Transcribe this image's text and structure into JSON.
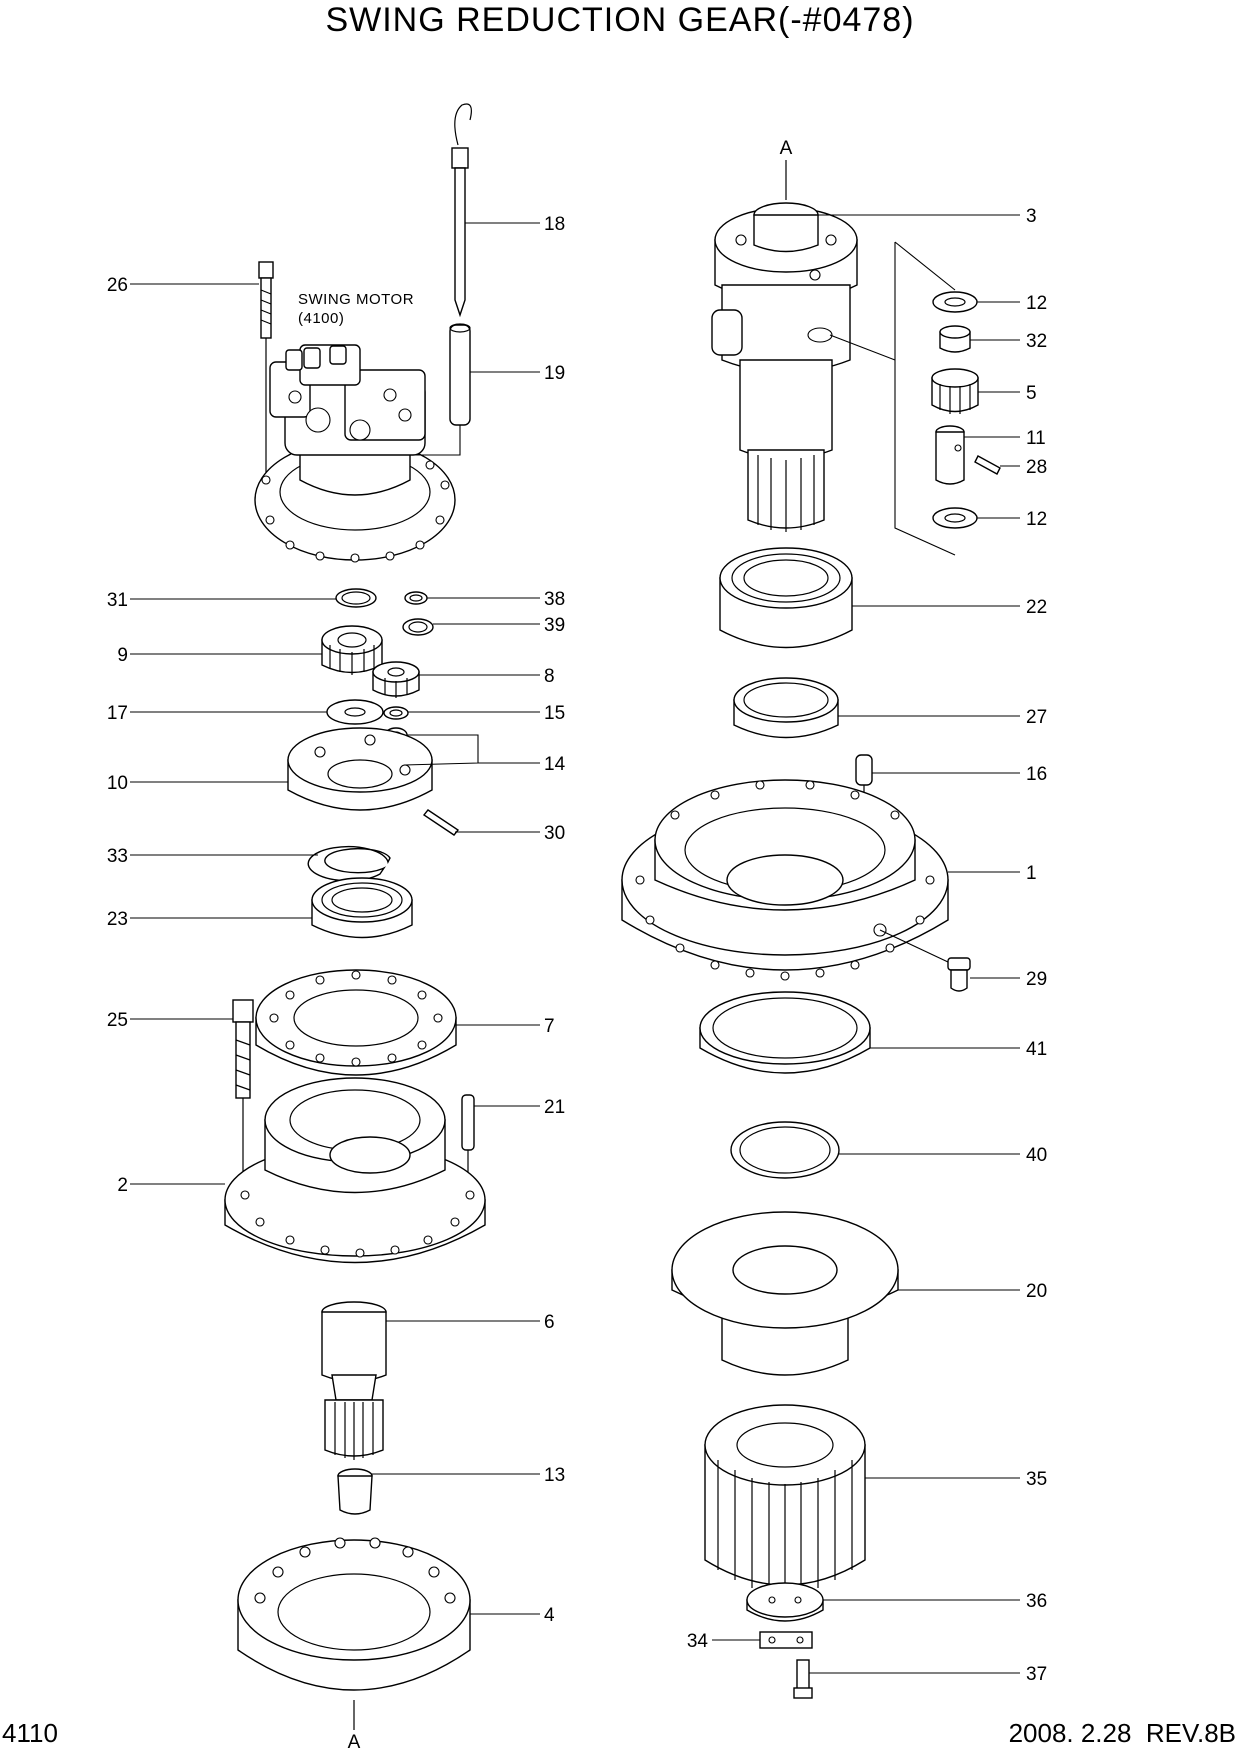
{
  "title": "SWING REDUCTION GEAR(-#0478)",
  "page_number": "4110",
  "revision": "2008. 2.28  REV.8B",
  "motor_note": {
    "line1": "SWING MOTOR",
    "line2": "(4100)"
  },
  "section_marks": {
    "top": "A",
    "bottom": "A"
  },
  "callouts_left_column": [
    {
      "id": "p26",
      "label": "26"
    },
    {
      "id": "p31",
      "label": "31"
    },
    {
      "id": "p9",
      "label": "9"
    },
    {
      "id": "p17",
      "label": "17"
    },
    {
      "id": "p10",
      "label": "10"
    },
    {
      "id": "p33",
      "label": "33"
    },
    {
      "id": "p23",
      "label": "23"
    },
    {
      "id": "p25",
      "label": "25"
    },
    {
      "id": "p2",
      "label": "2"
    }
  ],
  "callouts_center_column": [
    {
      "id": "p18",
      "label": "18"
    },
    {
      "id": "p19",
      "label": "19"
    },
    {
      "id": "p38",
      "label": "38"
    },
    {
      "id": "p39",
      "label": "39"
    },
    {
      "id": "p8",
      "label": "8"
    },
    {
      "id": "p15",
      "label": "15"
    },
    {
      "id": "p14",
      "label": "14"
    },
    {
      "id": "p30",
      "label": "30"
    },
    {
      "id": "p7",
      "label": "7"
    },
    {
      "id": "p21",
      "label": "21"
    },
    {
      "id": "p6",
      "label": "6"
    },
    {
      "id": "p13",
      "label": "13"
    },
    {
      "id": "p4",
      "label": "4"
    }
  ],
  "callouts_right_column": [
    {
      "id": "p3",
      "label": "3"
    },
    {
      "id": "p12a",
      "label": "12"
    },
    {
      "id": "p32",
      "label": "32"
    },
    {
      "id": "p5",
      "label": "5"
    },
    {
      "id": "p11",
      "label": "11"
    },
    {
      "id": "p28",
      "label": "28"
    },
    {
      "id": "p12b",
      "label": "12"
    },
    {
      "id": "p22",
      "label": "22"
    },
    {
      "id": "p27",
      "label": "27"
    },
    {
      "id": "p16",
      "label": "16"
    },
    {
      "id": "p1",
      "label": "1"
    },
    {
      "id": "p29",
      "label": "29"
    },
    {
      "id": "p41",
      "label": "41"
    },
    {
      "id": "p40",
      "label": "40"
    },
    {
      "id": "p20",
      "label": "20"
    },
    {
      "id": "p35",
      "label": "35"
    },
    {
      "id": "p36",
      "label": "36"
    },
    {
      "id": "p34",
      "label": "34"
    },
    {
      "id": "p37",
      "label": "37"
    }
  ]
}
